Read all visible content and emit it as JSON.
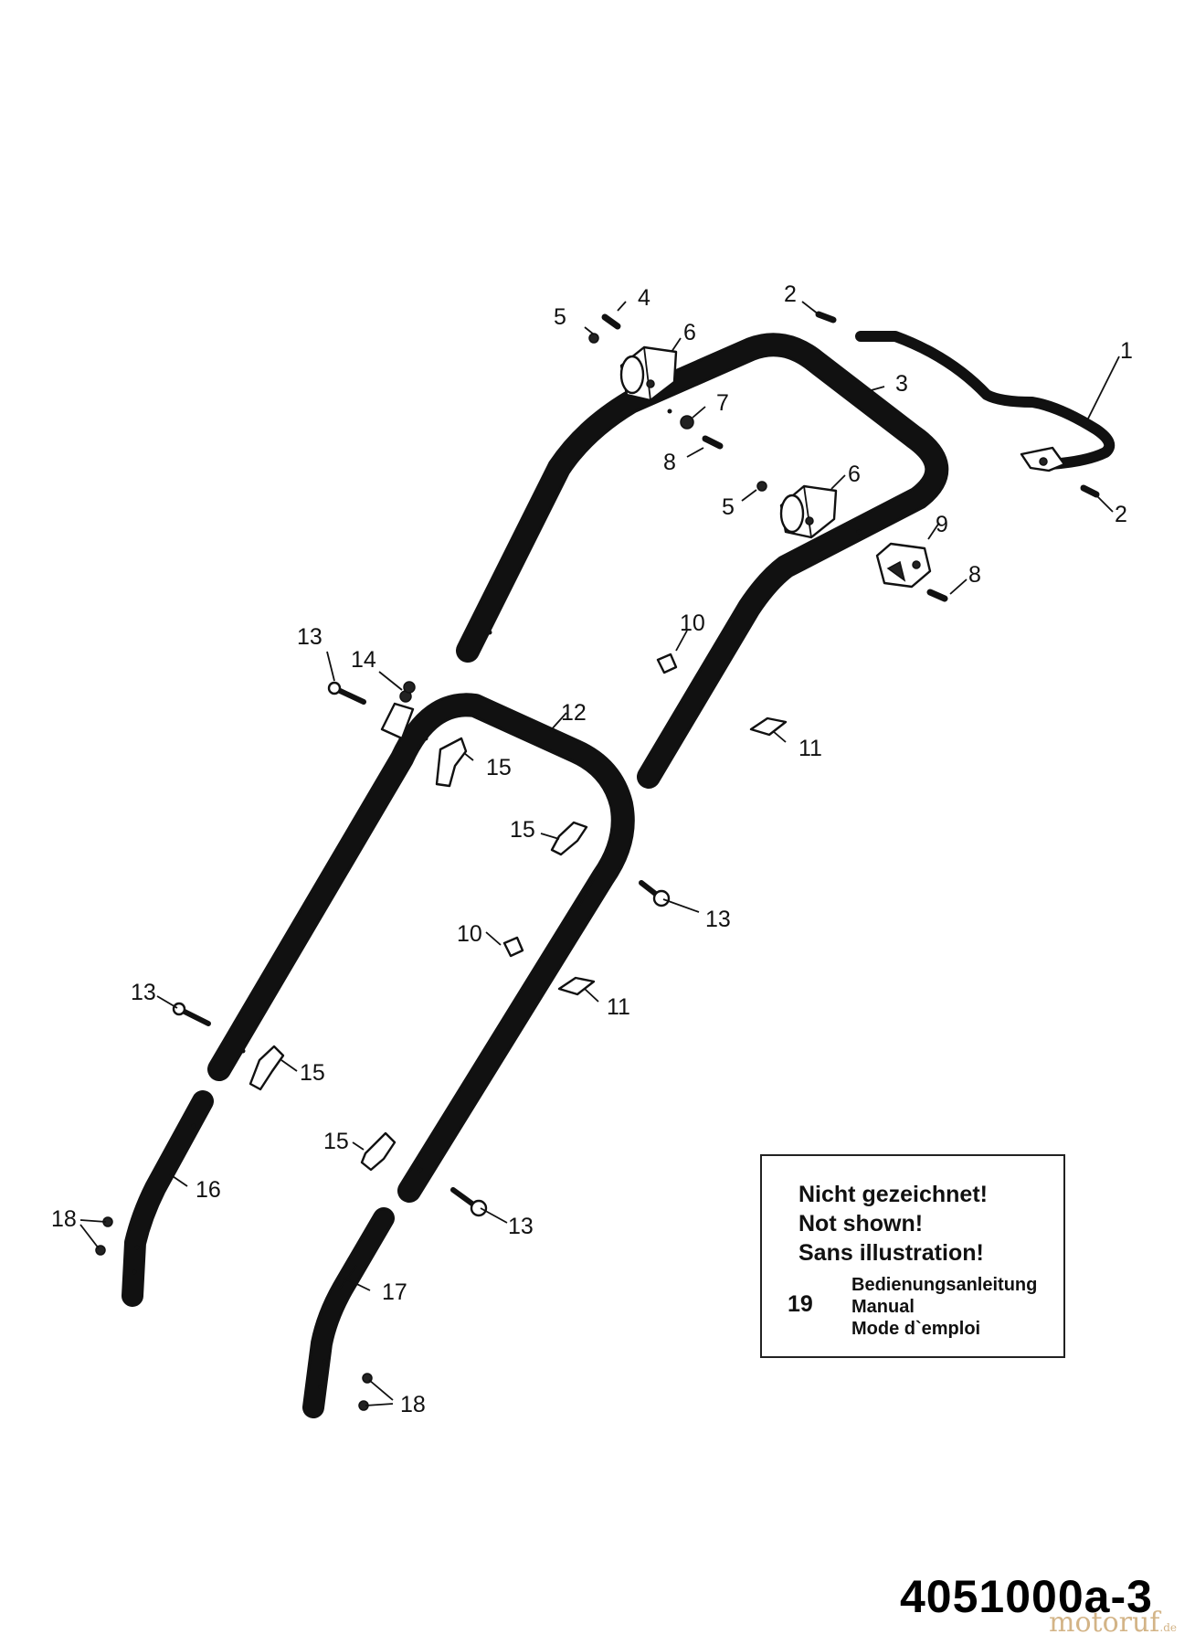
{
  "callouts": {
    "c1": "1",
    "c2a": "2",
    "c2b": "2",
    "c3": "3",
    "c4": "4",
    "c5a": "5",
    "c5b": "5",
    "c6a": "6",
    "c6b": "6",
    "c7": "7",
    "c8a": "8",
    "c8b": "8",
    "c9": "9",
    "c10a": "10",
    "c10b": "10",
    "c11a": "11",
    "c11b": "11",
    "c12": "12",
    "c13a": "13",
    "c13b": "13",
    "c13c": "13",
    "c13d": "13",
    "c14": "14",
    "c15a": "15",
    "c15b": "15",
    "c15c": "15",
    "c15d": "15",
    "c16": "16",
    "c17": "17",
    "c18a": "18",
    "c18b": "18"
  },
  "note": {
    "heading_de": "Nicht gezeichnet!",
    "heading_en": "Not shown!",
    "heading_fr": "Sans illustration!",
    "item_number": "19",
    "item_de": "Bedienungsanleitung",
    "item_en": "Manual",
    "item_fr": "Mode d`emploi"
  },
  "drawing_number": "4051000a-3",
  "watermark": {
    "main": "motoruf",
    "suffix": ".de"
  }
}
